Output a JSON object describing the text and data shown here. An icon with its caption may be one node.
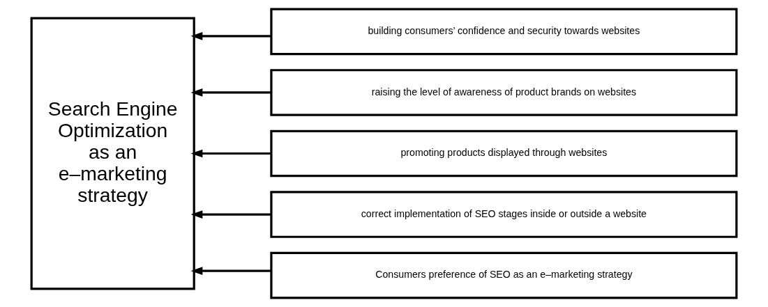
{
  "diagram": {
    "nodes": [
      {
        "text": [
          "Search Engine Optimization as an e–marketing strategy"
        ]
      },
      {
        "text": [
          "building consumers’ confidence and security towards websites"
        ]
      },
      {
        "text": [
          "raising the level of awareness of product brands on websites"
        ]
      },
      {
        "text": [
          "promoting products displayed through websites"
        ]
      },
      {
        "text": [
          "correct implementation of SEO stages inside or outside a website"
        ]
      },
      {
        "text": [
          "Consumers preference of SEO as an e–marketing strategy"
        ]
      }
    ],
    "edges": [
      {
        "from": 1,
        "to": 0,
        "arrow": "to"
      },
      {
        "from": 2,
        "to": 0,
        "arrow": "to"
      },
      {
        "from": 3,
        "to": 0,
        "arrow": "to"
      },
      {
        "from": 4,
        "to": 0,
        "arrow": "to"
      },
      {
        "from": 5,
        "to": 0,
        "arrow": "to"
      }
    ]
  }
}
